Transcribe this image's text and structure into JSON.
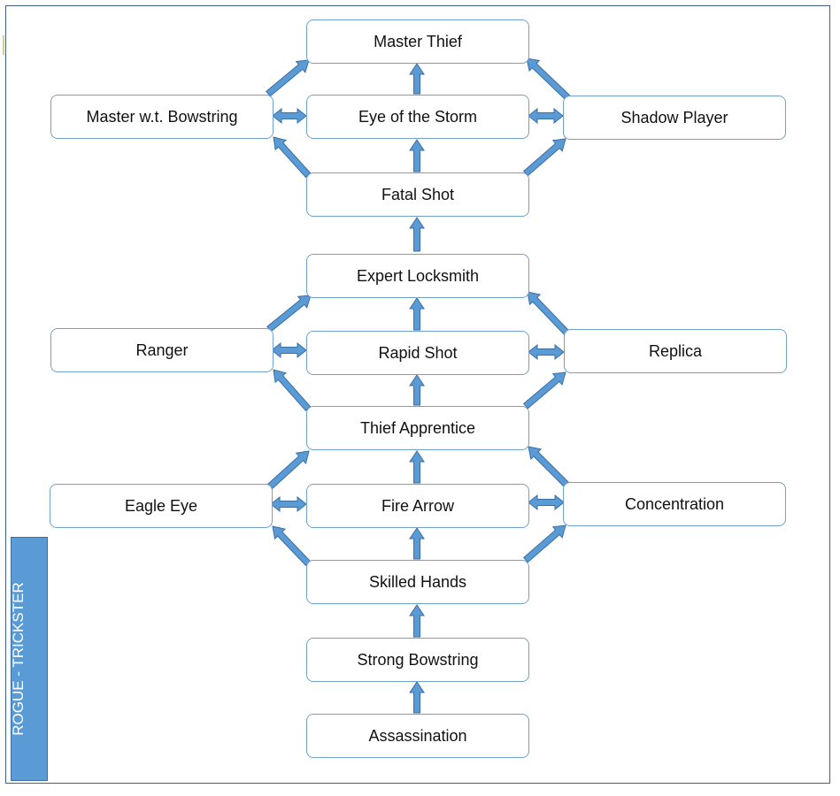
{
  "side_label": "ROGUE - TRICKSTER",
  "colors": {
    "arrow_fill": "#5b9bd5",
    "arrow_stroke": "#3a6ea5",
    "node_border": "#6fa0d0",
    "tab_fill": "#5b9bd5",
    "frame": "#3f5f86"
  },
  "nodes": {
    "master_thief": "Master Thief",
    "master_wt_bowstring": "Master w.t. Bowstring",
    "eye_of_the_storm": "Eye of the Storm",
    "shadow_player": "Shadow Player",
    "fatal_shot": "Fatal Shot",
    "expert_locksmith": "Expert Locksmith",
    "ranger": "Ranger",
    "rapid_shot": "Rapid Shot",
    "replica": "Replica",
    "thief_apprentice": "Thief Apprentice",
    "eagle_eye": "Eagle Eye",
    "fire_arrow": "Fire Arrow",
    "concentration": "Concentration",
    "skilled_hands": "Skilled Hands",
    "strong_bowstring": "Strong Bowstring",
    "assassination": "Assassination"
  }
}
